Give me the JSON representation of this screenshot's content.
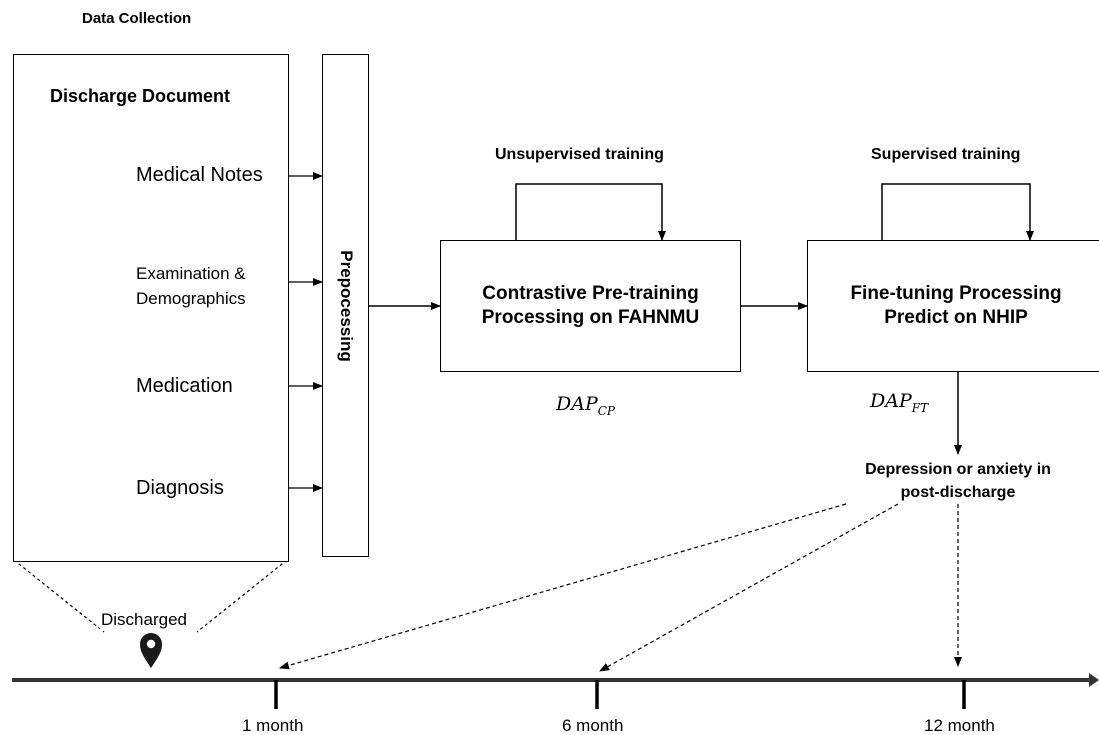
{
  "title": "Data Collection",
  "discharge_document": {
    "heading": "Discharge Document",
    "items": [
      {
        "label": "Medical Notes",
        "icon": "document-icon"
      },
      {
        "label_line1": "Examination &",
        "label_line2": "Demographics",
        "icon": "flask-icon"
      },
      {
        "label": "Medication",
        "icon": "pill-icon"
      },
      {
        "label": "Diagnosis",
        "icon": "puzzle-check-icon"
      }
    ]
  },
  "preprocessing_label": "Prepocessing",
  "pretraining": {
    "loop_label": "Unsupervised training",
    "line1": "Contrastive Pre-training",
    "line2": "Processing on FAHNMU",
    "model_base": "DAP",
    "model_sub": "CP"
  },
  "finetuning": {
    "loop_label": "Supervised training",
    "line1": "Fine-tuning Processing",
    "line2": "Predict on NHIP",
    "model_base": "DAP",
    "model_sub": "FT"
  },
  "outcome": {
    "line1": "Depression or anxiety in",
    "line2": "post-discharge"
  },
  "timeline": {
    "discharged_label": "Discharged",
    "ticks": [
      "1 month",
      "6 month",
      "12 month"
    ]
  },
  "colors": {
    "icon_blue": "#4A86C8",
    "icon_orange": "#F0A30A",
    "icon_green": "#4CAF50",
    "icon_gray": "#555555"
  }
}
